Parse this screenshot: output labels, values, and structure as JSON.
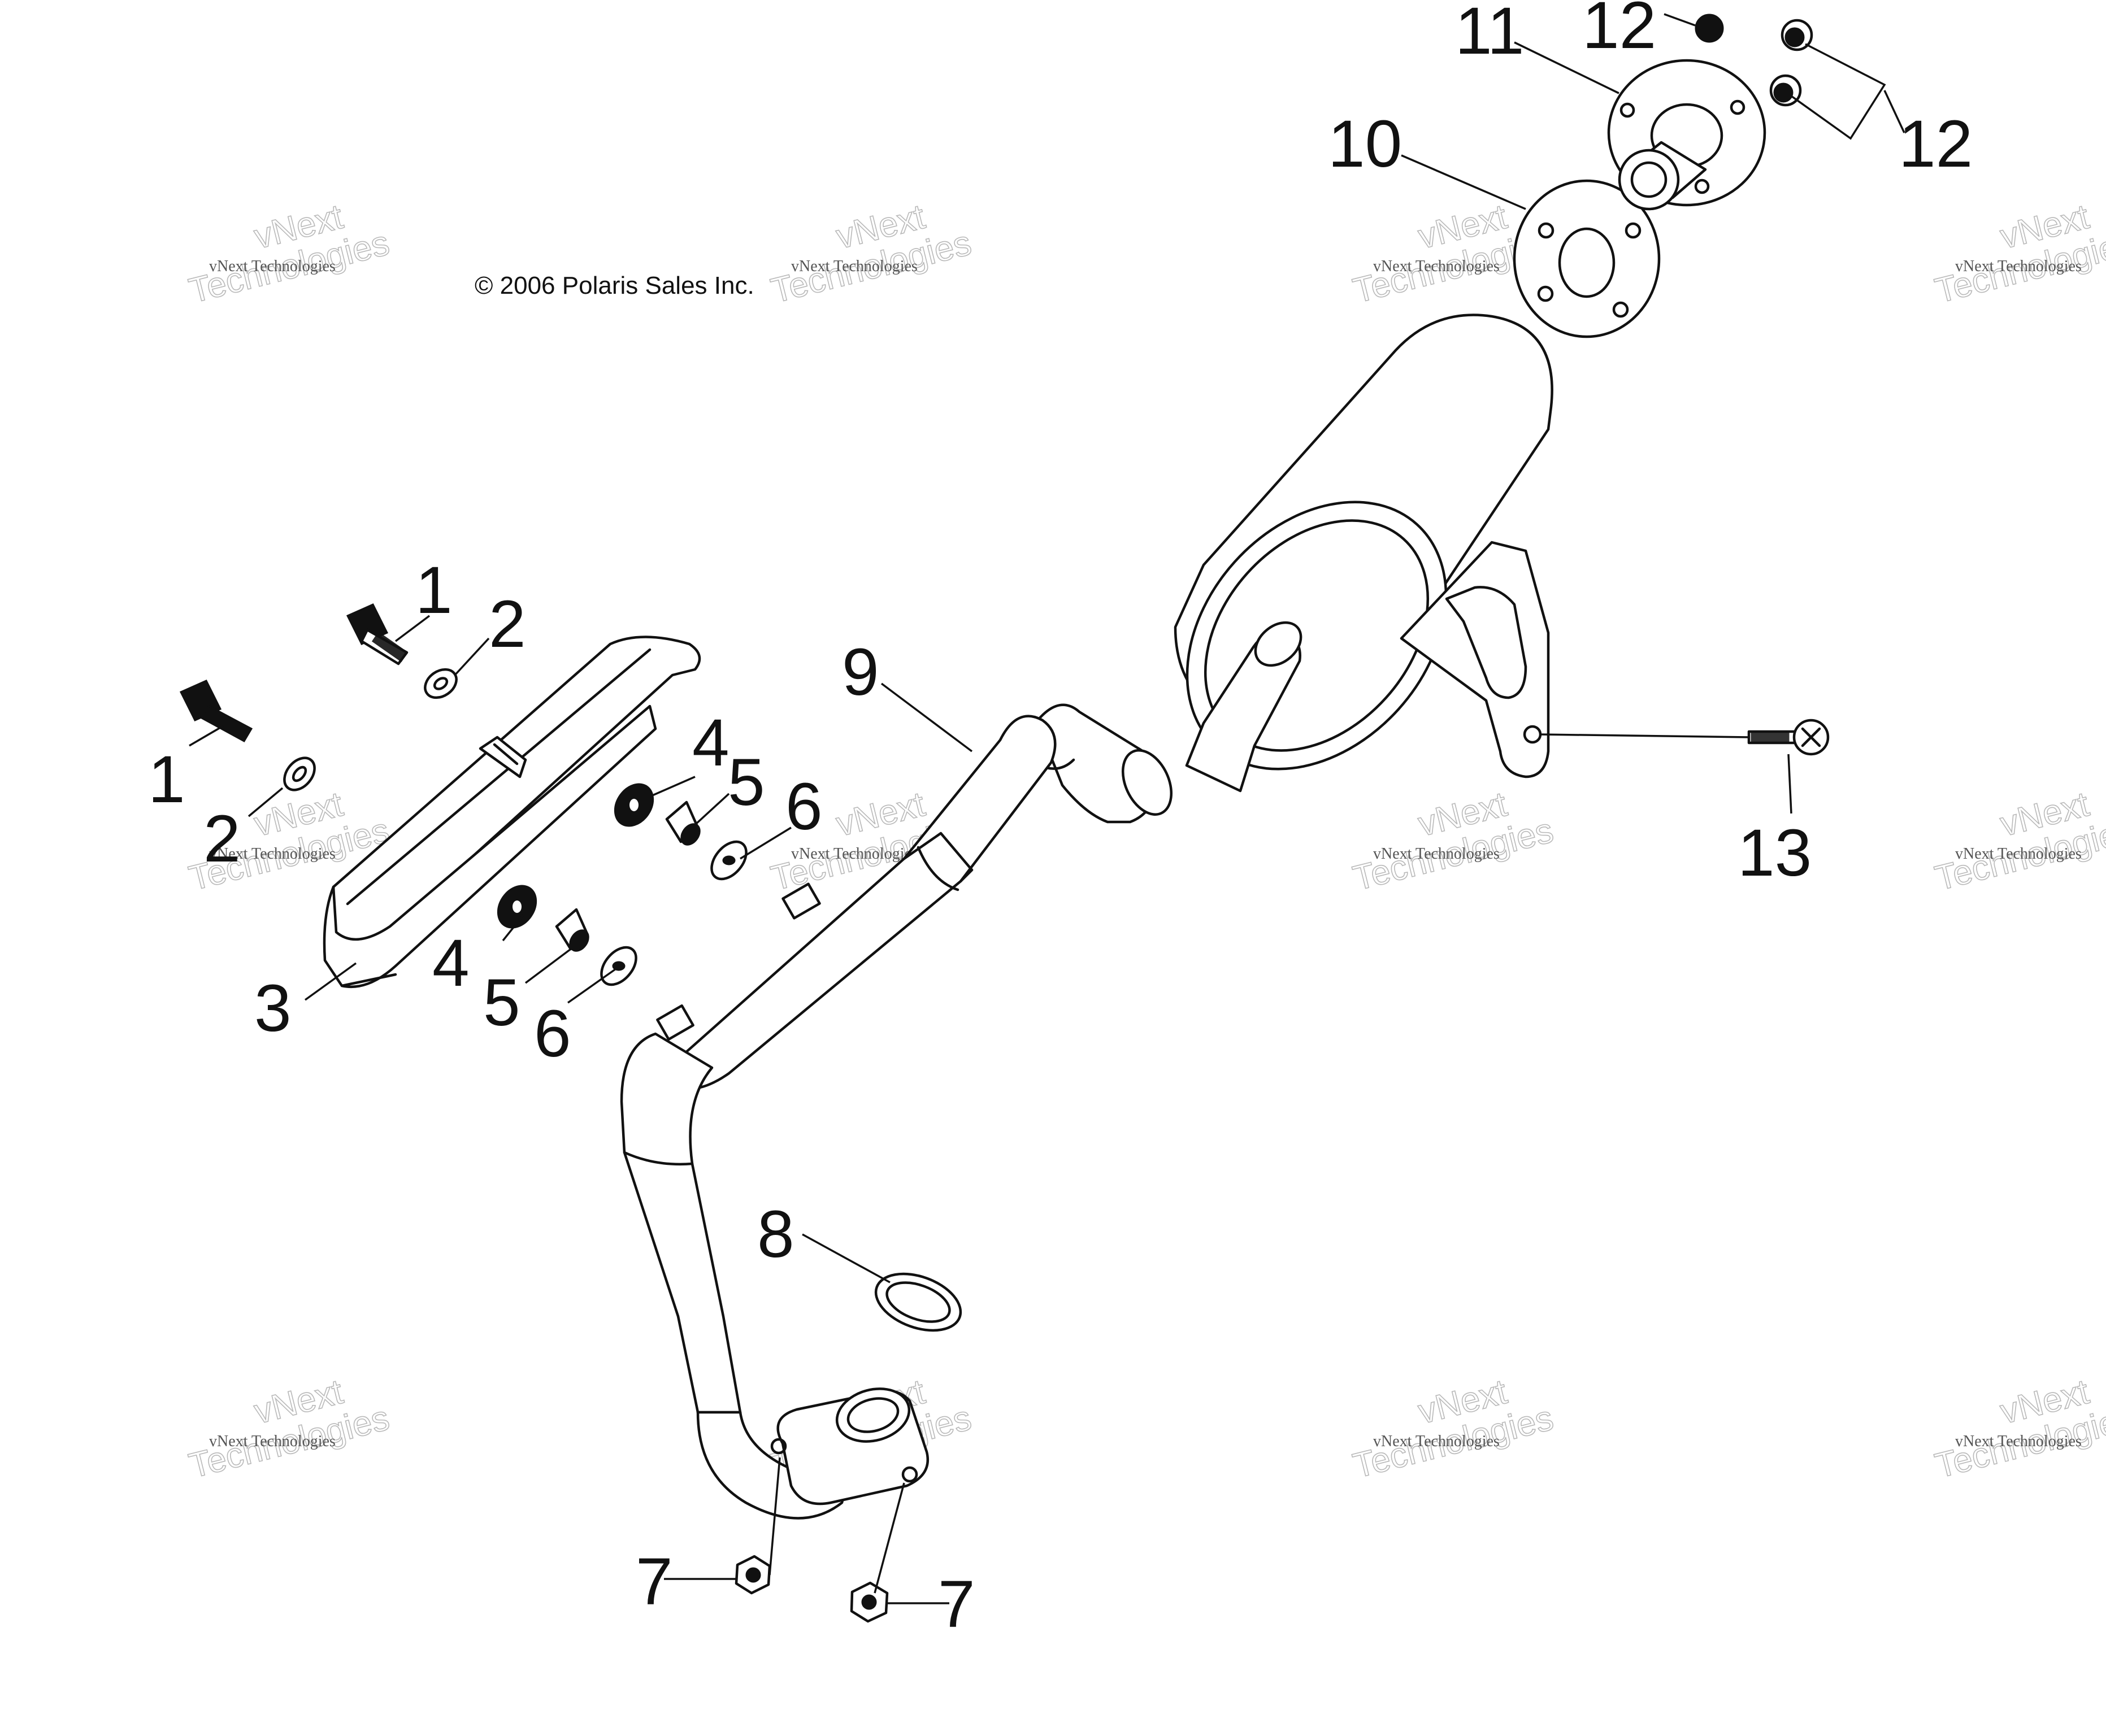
{
  "copyright": "© 2006 Polaris Sales Inc.",
  "watermark": {
    "line1": "vNext",
    "line2": "Technologies",
    "small": "vNext Technologies"
  },
  "callouts": {
    "c1a": "1",
    "c1b": "1",
    "c2a": "2",
    "c2b": "2",
    "c3": "3",
    "c4a": "4",
    "c4b": "4",
    "c5a": "5",
    "c5b": "5",
    "c6a": "6",
    "c6b": "6",
    "c7a": "7",
    "c7b": "7",
    "c8": "8",
    "c9": "9",
    "c10": "10",
    "c11": "11",
    "c12a": "12",
    "c12b": "12",
    "c13": "13"
  },
  "colors": {
    "ink": "#111111",
    "watermark": "#b9b9b9",
    "background": "#ffffff"
  }
}
